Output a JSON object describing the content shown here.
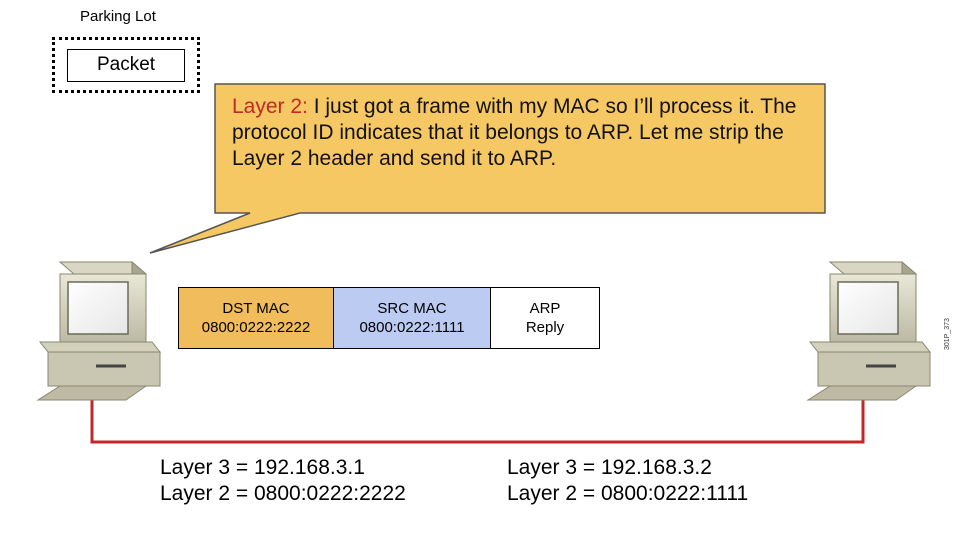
{
  "parking_lot": {
    "label": "Parking Lot",
    "packet_label": "Packet"
  },
  "callout": {
    "lead": "Layer 2:",
    "text": " I just got a frame with my MAC so I’ll process it. The protocol ID indicates that it belongs to ARP. Let me strip the Layer 2 header and send it to ARP.",
    "fill_color": "#f6c863",
    "lead_color": "#c0282a"
  },
  "frame": {
    "dst": {
      "title": "DST MAC",
      "value": "0800:0222:2222",
      "color": "#f0bc5c"
    },
    "src": {
      "title": "SRC MAC",
      "value": "0800:0222:1111",
      "color": "#bccbf2"
    },
    "payload": {
      "title": "ARP",
      "value": "Reply"
    }
  },
  "hosts": {
    "left": {
      "layer3": "Layer 3 = 192.168.3.1",
      "layer2": "Layer 2 = 0800:0222:2222",
      "icon": "computer-icon"
    },
    "right": {
      "layer3": "Layer 3 = 192.168.3.2",
      "layer2": "Layer 2 = 0800:0222:1111",
      "icon": "computer-icon"
    }
  },
  "link_color": "#c0282a",
  "figure_code": "301P_373"
}
